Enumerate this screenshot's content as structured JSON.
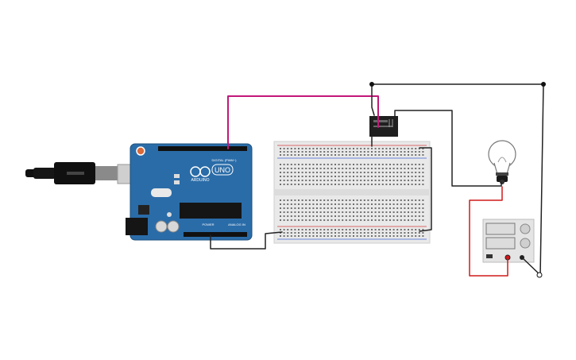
{
  "circuit": {
    "arduino": {
      "brand_label": "ARDUINO",
      "model_label": "UNO",
      "digital_label": "DIGITAL (PWM~)",
      "power_label": "POWER",
      "analog_label": "ANALOG IN",
      "board_color": "#2a6ca8"
    },
    "breadboard": {
      "body_color": "#e9e9e9",
      "rail_red": "#d33a3a",
      "rail_blue": "#3a5fd3"
    },
    "relay": {
      "body_color": "#1f1f1f"
    },
    "lamp": {
      "glass_color": "#ffffff",
      "base_color": "#1a1a1a"
    },
    "power_supply": {
      "body_color": "#e4e4e4"
    },
    "wires": {
      "signal": "#c2187a",
      "ground": "#222222",
      "positive": "#d11a1a"
    }
  }
}
